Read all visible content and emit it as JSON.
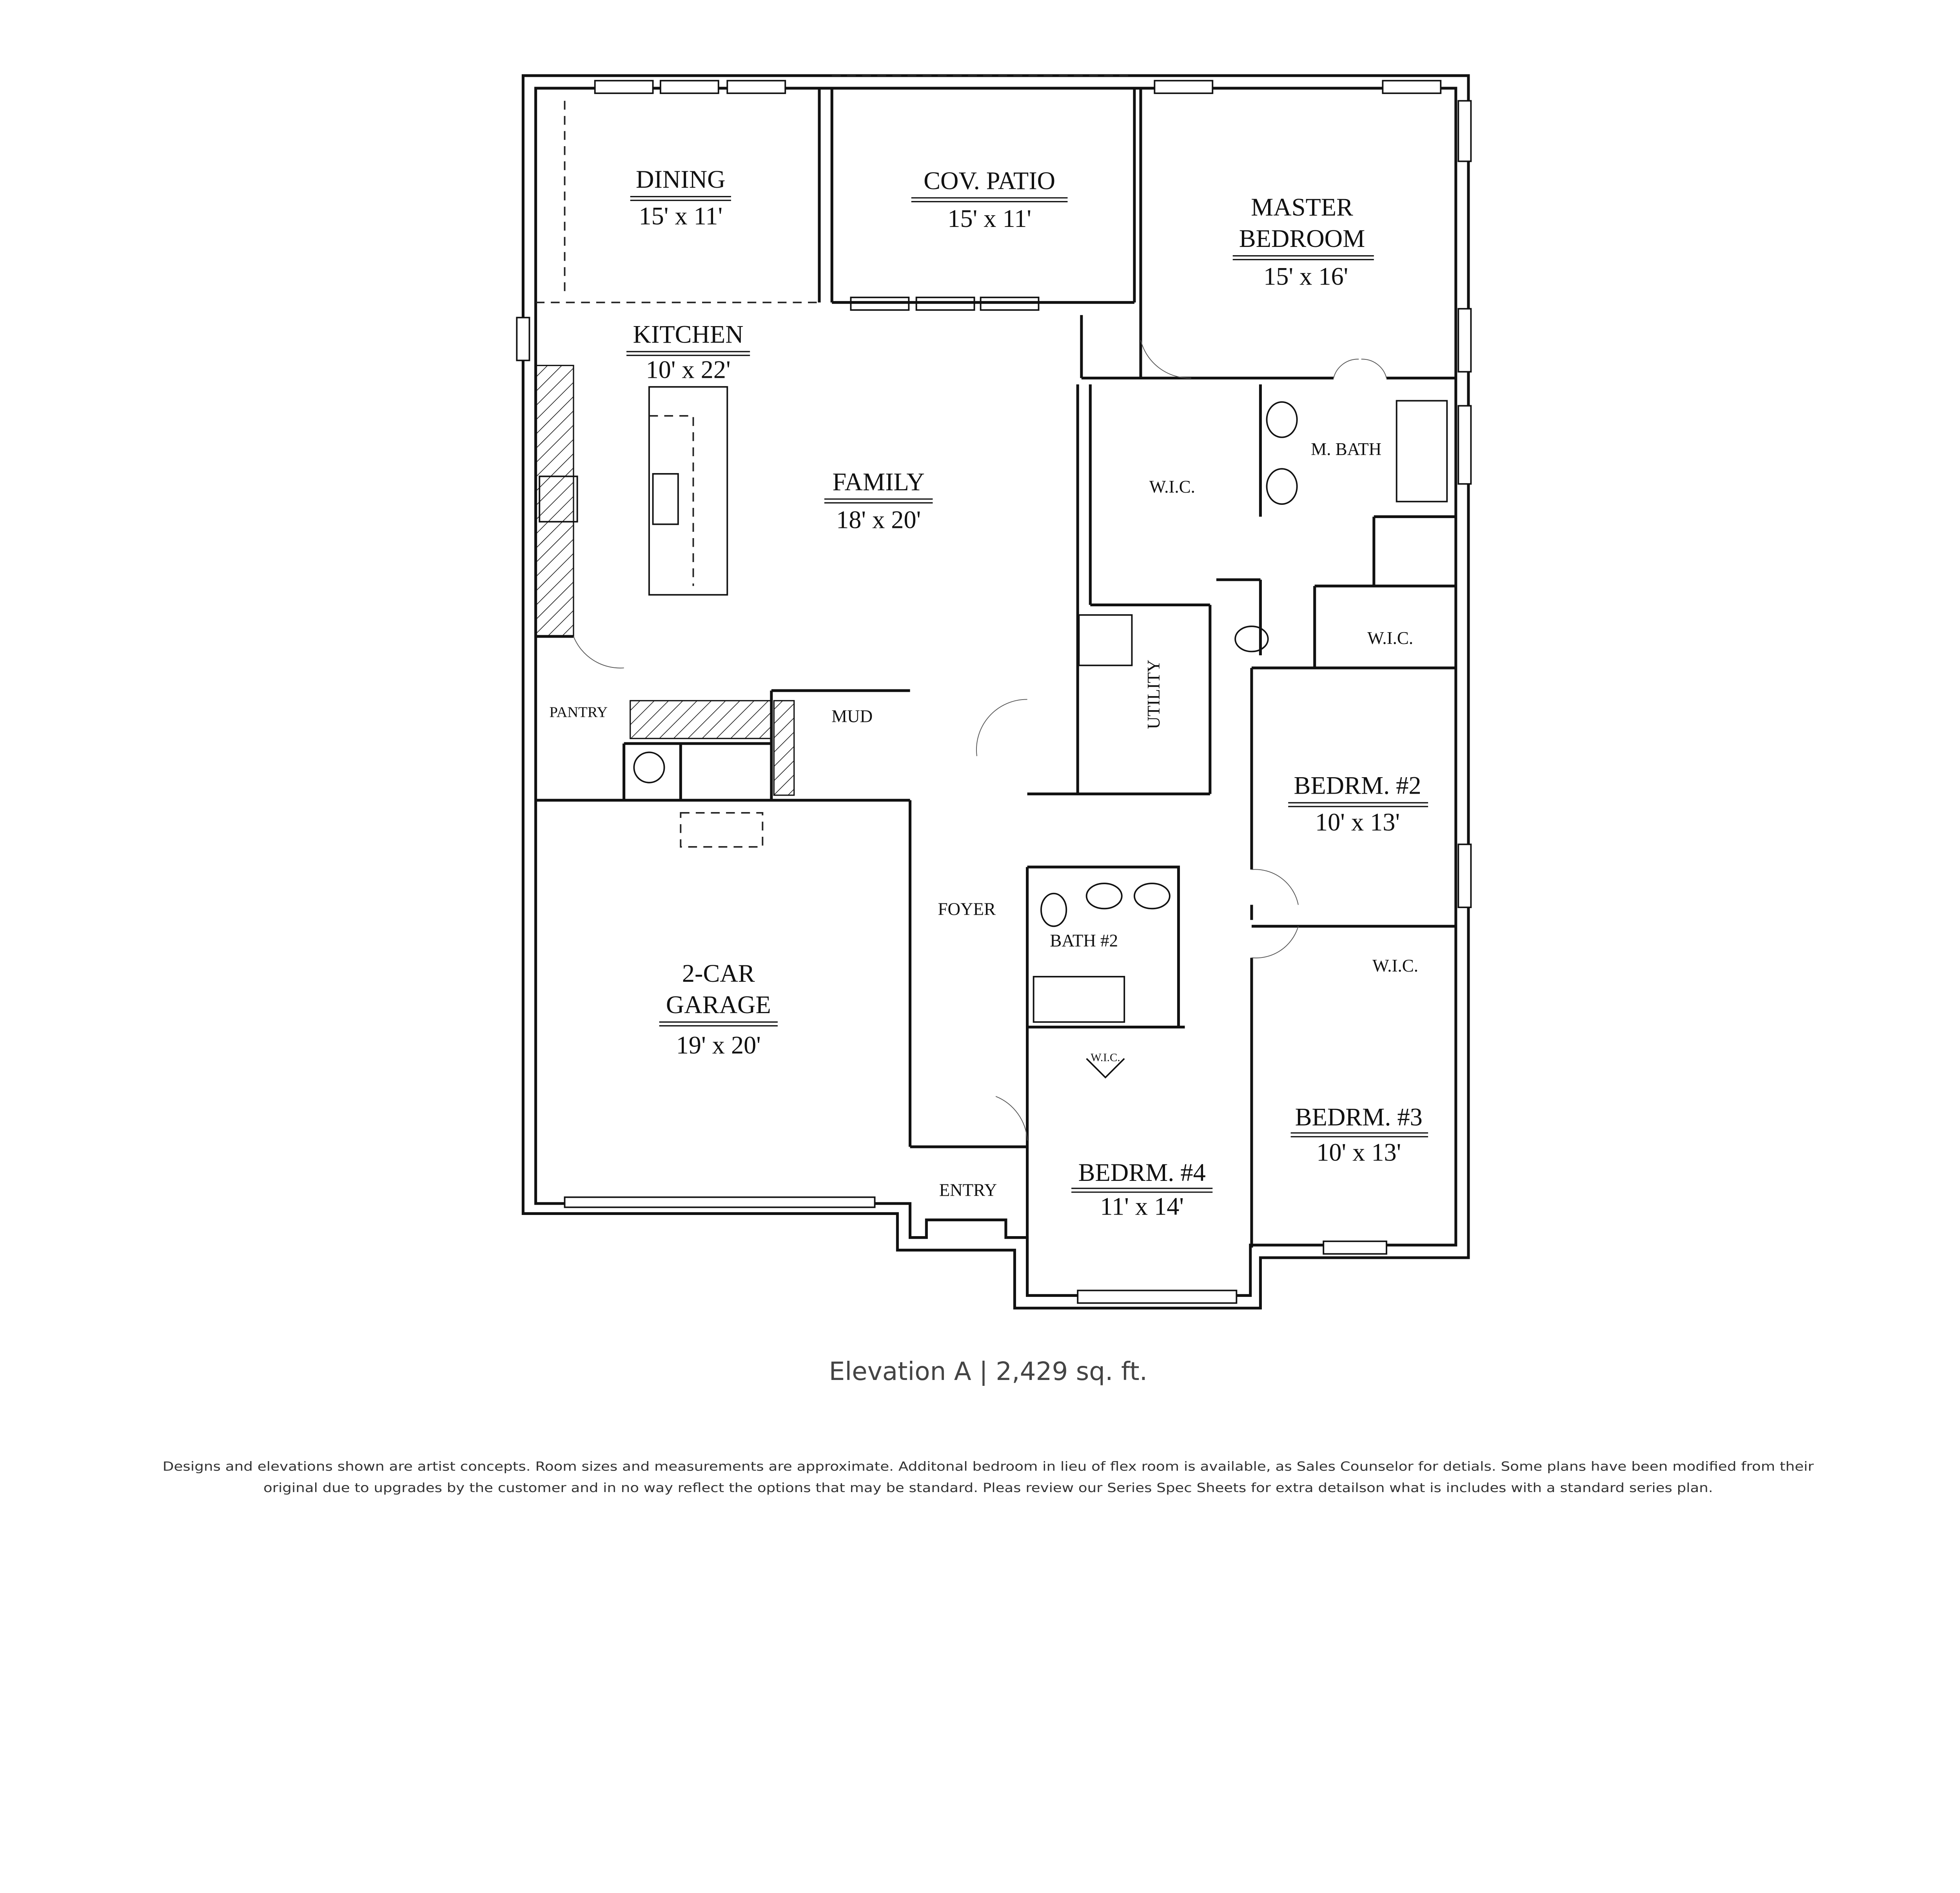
{
  "rooms": {
    "dining": {
      "name": "DINING",
      "size": "15' x 11'"
    },
    "cov_patio": {
      "name": "COV. PATIO",
      "size": "15' x 11'"
    },
    "master": {
      "name_line1": "MASTER",
      "name_line2": "BEDROOM",
      "size": "15' x 16'"
    },
    "kitchen": {
      "name": "KITCHEN",
      "size": "10' x 22'"
    },
    "family": {
      "name": "FAMILY",
      "size": "18' x 20'"
    },
    "master_wic": "W.I.C.",
    "master_bath": "M. BATH",
    "bath_wic": "W.I.C.",
    "utility": "UTILITY",
    "pantry": "PANTRY",
    "mud": "MUD",
    "bedroom2": {
      "name": "BEDRM. #2",
      "size": "10' x 13'"
    },
    "foyer": "FOYER",
    "bath2": "BATH #2",
    "bedroom3_wic": "W.I.C.",
    "garage": {
      "name_line1": "2-CAR",
      "name_line2": "GARAGE",
      "size": "19' x 20'"
    },
    "bedroom4_wic": "W.I.C.",
    "bedroom3": {
      "name": "BEDRM. #3",
      "size": "10' x 13'"
    },
    "bedroom4": {
      "name": "BEDRM. #4",
      "size": "11' x 14'"
    },
    "entry": "ENTRY"
  },
  "caption": "Elevation A | 2,429 sq. ft.",
  "disclaimer": {
    "line1": "Designs and elevations shown are artist concepts. Room sizes and measurements are approximate. Additonal bedroom in lieu of flex room is available, as Sales Counselor for detials. Some plans have been modified from their",
    "line2": "original due to upgrades by the customer and in no way reflect the options that may be standard. Pleas review our Series Spec Sheets for extra detailson what is includes with a standard series plan."
  },
  "colors": {
    "line": "#111111",
    "caption": "#444444",
    "background": "#ffffff"
  }
}
